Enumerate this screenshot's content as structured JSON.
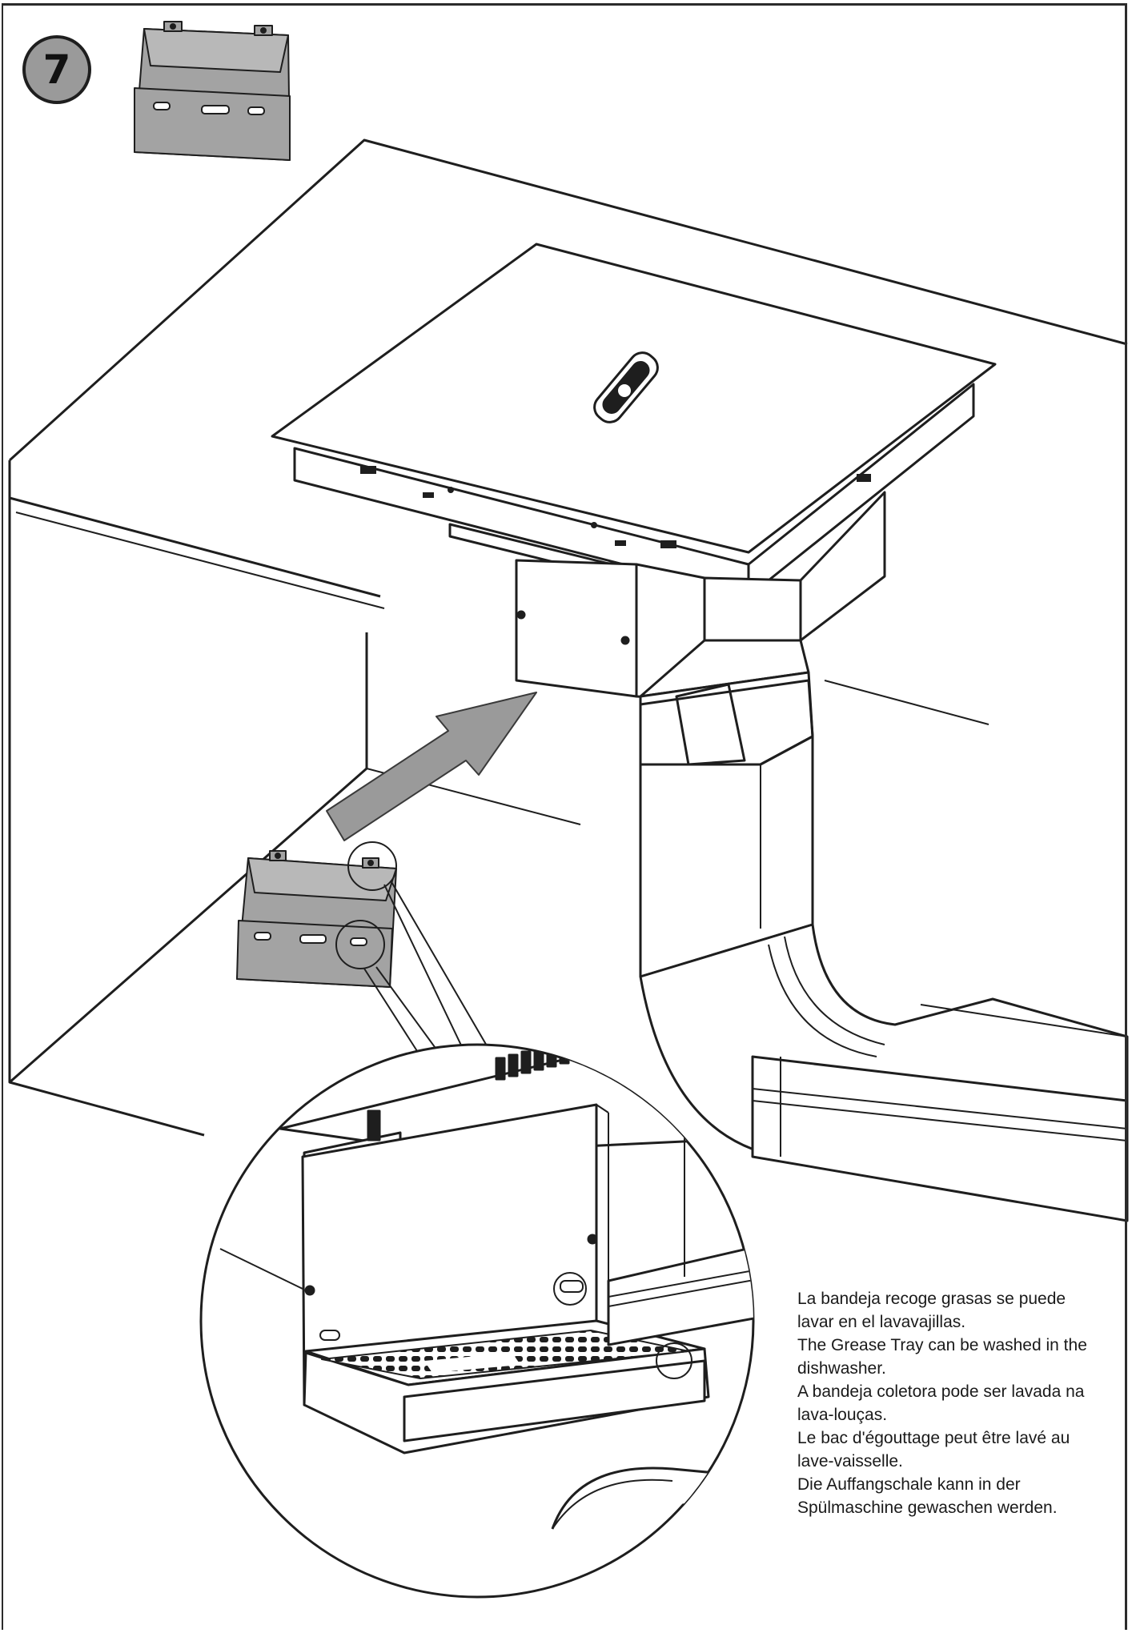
{
  "step": {
    "number": "7"
  },
  "instructions": [
    "La bandeja recoge grasas se puede lavar en el lavavajillas.",
    "The Grease Tray can be washed in the dishwasher.",
    "A bandeja coletora pode ser lavada na lava-louças.",
    "Le bac d'égouttage peut être lavé au lave-vaisselle.",
    "Die Auffangschale kann in der Spülmaschine gewaschen werden."
  ],
  "colors": {
    "line": "#1e1e1e",
    "tray_fill": "#a3a3a3",
    "arrow_fill": "#9a9a9a",
    "badge_fill": "#9a9a9a"
  }
}
